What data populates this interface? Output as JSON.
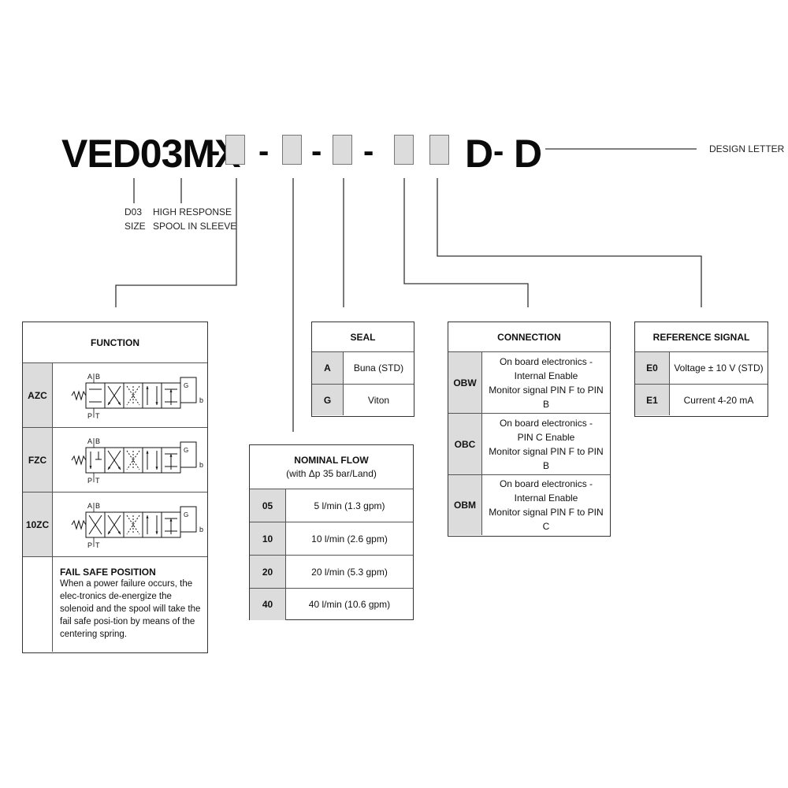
{
  "model_code": {
    "prefix": "VED03MX",
    "dash": "-",
    "suffix_1": "D",
    "suffix_2": "D",
    "design_letter_label": "DESIGN LETTER"
  },
  "notes": {
    "size_line1": "D03",
    "size_line2": "SIZE",
    "spool_line1": "HIGH RESPONSE",
    "spool_line2": "SPOOL IN SLEEVE"
  },
  "function_table": {
    "title": "FUNCTION",
    "rows": [
      {
        "code": "AZC"
      },
      {
        "code": "FZC"
      },
      {
        "code": "10ZC"
      }
    ],
    "symbol_labels": {
      "a": "A",
      "b": "B",
      "p": "P",
      "t": "T",
      "sol_b": "b",
      "g": "G"
    },
    "fail_safe_title": "FAIL SAFE POSITION",
    "fail_safe_text": "When a power failure occurs, the elec-tronics de-energize the solenoid and the spool will take the fail safe posi-tion by means of the centering spring."
  },
  "nominal_flow": {
    "title": "NOMINAL FLOW",
    "subtitle": "(with Δp 35 bar/Land)",
    "rows": [
      {
        "code": "05",
        "value": "5 l/min (1.3 gpm)"
      },
      {
        "code": "10",
        "value": "10 l/min (2.6 gpm)"
      },
      {
        "code": "20",
        "value": "20 l/min (5.3 gpm)"
      },
      {
        "code": "40",
        "value": "40 l/min (10.6 gpm)"
      }
    ]
  },
  "seal": {
    "title": "SEAL",
    "rows": [
      {
        "code": "A",
        "value": "Buna (STD)"
      },
      {
        "code": "G",
        "value": "Viton"
      }
    ]
  },
  "connection": {
    "title": "CONNECTION",
    "rows": [
      {
        "code": "OBW",
        "line1": "On board electronics -",
        "line2": "Internal Enable",
        "line3": "Monitor signal PIN F to PIN B"
      },
      {
        "code": "OBC",
        "line1": "On board electronics -",
        "line2": "PIN C Enable",
        "line3": "Monitor signal PIN F to PIN B"
      },
      {
        "code": "OBM",
        "line1": "On board electronics -",
        "line2": "Internal Enable",
        "line3": "Monitor signal PIN F to PIN C"
      }
    ]
  },
  "reference_signal": {
    "title": "REFERENCE SIGNAL",
    "rows": [
      {
        "code": "E0",
        "value": "Voltage ± 10 V (STD)"
      },
      {
        "code": "E1",
        "value": "Current 4-20 mA"
      }
    ]
  },
  "colors": {
    "slot_fill": "#dcdcdc",
    "code_cell_fill": "#dcdcdc",
    "line": "#333333"
  }
}
